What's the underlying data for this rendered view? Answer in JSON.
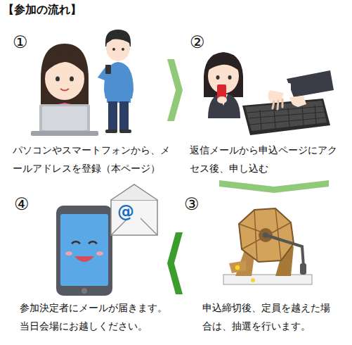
{
  "diagram": {
    "title": "【参加の流れ】",
    "nodes": [
      {
        "text": [
          "①",
          "パソコンやスマートフォンから、メールアドレスを登録（本ページ）"
        ]
      },
      {
        "text": [
          "②",
          "返信メールから申込ページにアクセス後、申し込む"
        ]
      },
      {
        "text": [
          "③",
          "申込締切後、定員を越えた場合は、抽選を行います。"
        ]
      },
      {
        "text": [
          "④",
          "参加決定者にメールが届きます。当日会場にお越しください。"
        ]
      }
    ],
    "edges": [
      {
        "from": 0,
        "to": 1,
        "arrow": "to"
      },
      {
        "from": 1,
        "to": 2,
        "arrow": "to"
      },
      {
        "from": 2,
        "to": 3,
        "arrow": "to"
      }
    ],
    "labels": [
      "@"
    ]
  }
}
